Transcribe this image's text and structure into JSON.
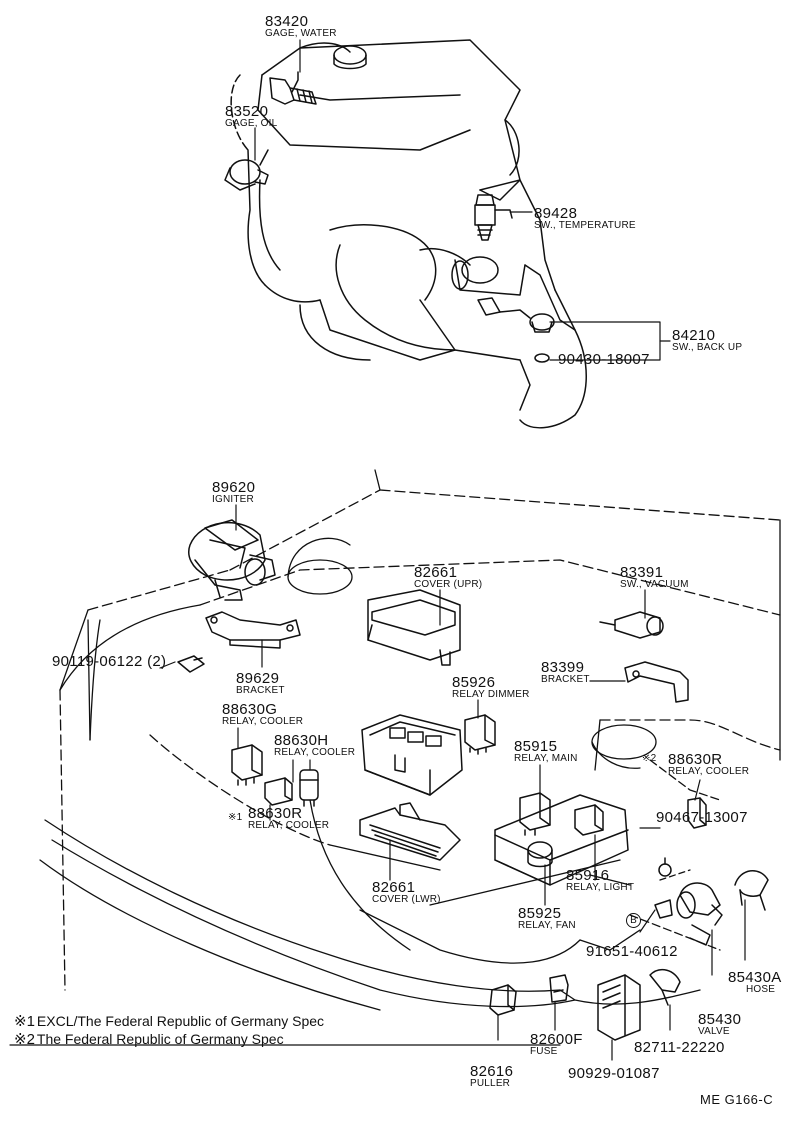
{
  "parts": [
    {
      "id": "p83420",
      "number": "83420",
      "desc": "GAGE, WATER"
    },
    {
      "id": "p83520",
      "number": "83520",
      "desc": "GAGE, OIL"
    },
    {
      "id": "p89428",
      "number": "89428",
      "desc": "SW., TEMPERATURE"
    },
    {
      "id": "p84210",
      "number": "84210",
      "desc": "SW., BACK UP"
    },
    {
      "id": "p90430",
      "number": "90430-18007",
      "desc": ""
    },
    {
      "id": "p89620",
      "number": "89620",
      "desc": "IGNITER"
    },
    {
      "id": "p82661u",
      "number": "82661",
      "desc": "COVER (UPR)"
    },
    {
      "id": "p83391",
      "number": "83391",
      "desc": "SW., VACUUM"
    },
    {
      "id": "p90119",
      "number": "90119-06122 (2)",
      "desc": ""
    },
    {
      "id": "p89629",
      "number": "89629",
      "desc": "BRACKET"
    },
    {
      "id": "p83399",
      "number": "83399",
      "desc": "BRACKET"
    },
    {
      "id": "p85926",
      "number": "85926",
      "desc": "RELAY DIMMER"
    },
    {
      "id": "p88630g",
      "number": "88630G",
      "desc": "RELAY, COOLER"
    },
    {
      "id": "p88630h",
      "number": "88630H",
      "desc": "RELAY, COOLER"
    },
    {
      "id": "p85915",
      "number": "85915",
      "desc": "RELAY, MAIN"
    },
    {
      "id": "p88630r2",
      "number": "88630R",
      "desc": "RELAY, COOLER"
    },
    {
      "id": "p88630r1",
      "number": "88630R",
      "desc": "RELAY, COOLER"
    },
    {
      "id": "p90467",
      "number": "90467-13007",
      "desc": ""
    },
    {
      "id": "p85916",
      "number": "85916",
      "desc": "RELAY, LIGHT"
    },
    {
      "id": "p82661l",
      "number": "82661",
      "desc": "COVER (LWR)"
    },
    {
      "id": "p85925",
      "number": "85925",
      "desc": "RELAY, FAN"
    },
    {
      "id": "p91651",
      "number": "91651-40612",
      "desc": ""
    },
    {
      "id": "p85430a",
      "number": "85430A",
      "desc": "HOSE"
    },
    {
      "id": "p85430",
      "number": "85430",
      "desc": "VALVE"
    },
    {
      "id": "p82600f",
      "number": "82600F",
      "desc": "FUSE"
    },
    {
      "id": "p82711",
      "number": "82711-22220",
      "desc": ""
    },
    {
      "id": "p82616",
      "number": "82616",
      "desc": "PULLER"
    },
    {
      "id": "p90929",
      "number": "90929-01087",
      "desc": ""
    }
  ],
  "marks": {
    "star1": "※1",
    "star2": "※2",
    "b_circle": "B"
  },
  "notes": [
    {
      "mark": "※1",
      "text": "EXCL/The Federal Republic of Germany Spec"
    },
    {
      "mark": "※2",
      "text": "The Federal Republic of Germany Spec"
    }
  ],
  "diagram_code": "ME G166-C"
}
